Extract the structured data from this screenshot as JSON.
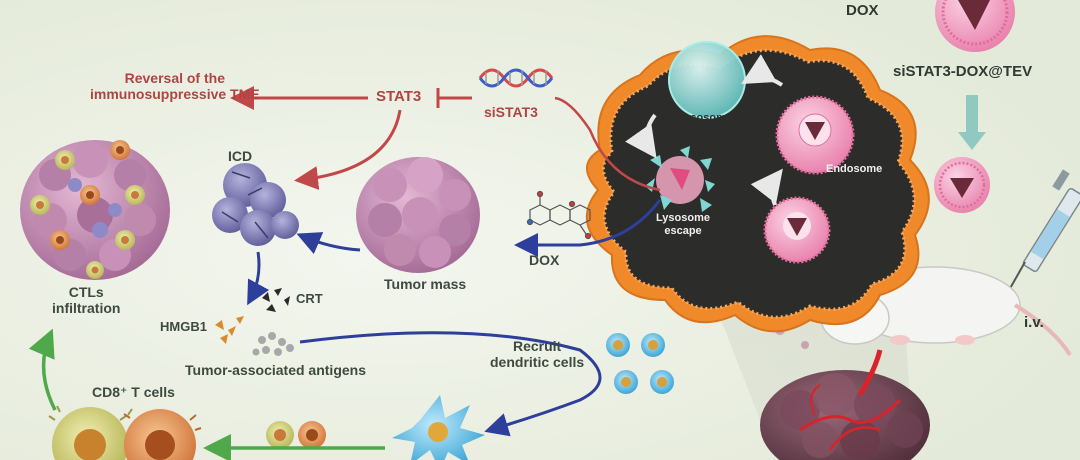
{
  "labels": {
    "reversal": "Reversal of the\nimmunosuppressive TME",
    "stat3": "STAT3",
    "sistat3": "siSTAT3",
    "icd": "ICD",
    "ctls": "CTLs\ninfiltration",
    "crt": "CRT",
    "hmgb1": "HMGB1",
    "taa": "Tumor-associated antigens",
    "cd8": "CD8⁺ T cells",
    "recruit": "Recruit\ndendritic cells",
    "tumor_mass": "Tumor mass",
    "dox_left": "DOX",
    "dox_top": "DOX",
    "nanoparticle": "siSTAT3-DOX@TEV",
    "iv": "i.v.",
    "lysosome": "Lysosome",
    "endosome": "Endosome",
    "lysosome_escape": "Lysosome\nescape"
  },
  "colors": {
    "background": "#eef2e6",
    "red_arrow": "#c04848",
    "blue_arrow": "#2d3f9a",
    "green_arrow": "#4fa84a",
    "membrane": "#f0892a",
    "cell_interior": "#2c2c2a",
    "vesicle_pink": "#f2a8c4",
    "lysosome_teal": "#7fd6d2"
  },
  "icons": [
    "dna-strand-icon",
    "dox-molecule-icon",
    "syringe-icon",
    "mouse-icon",
    "dendritic-cell-icon",
    "t-cell-icon"
  ]
}
